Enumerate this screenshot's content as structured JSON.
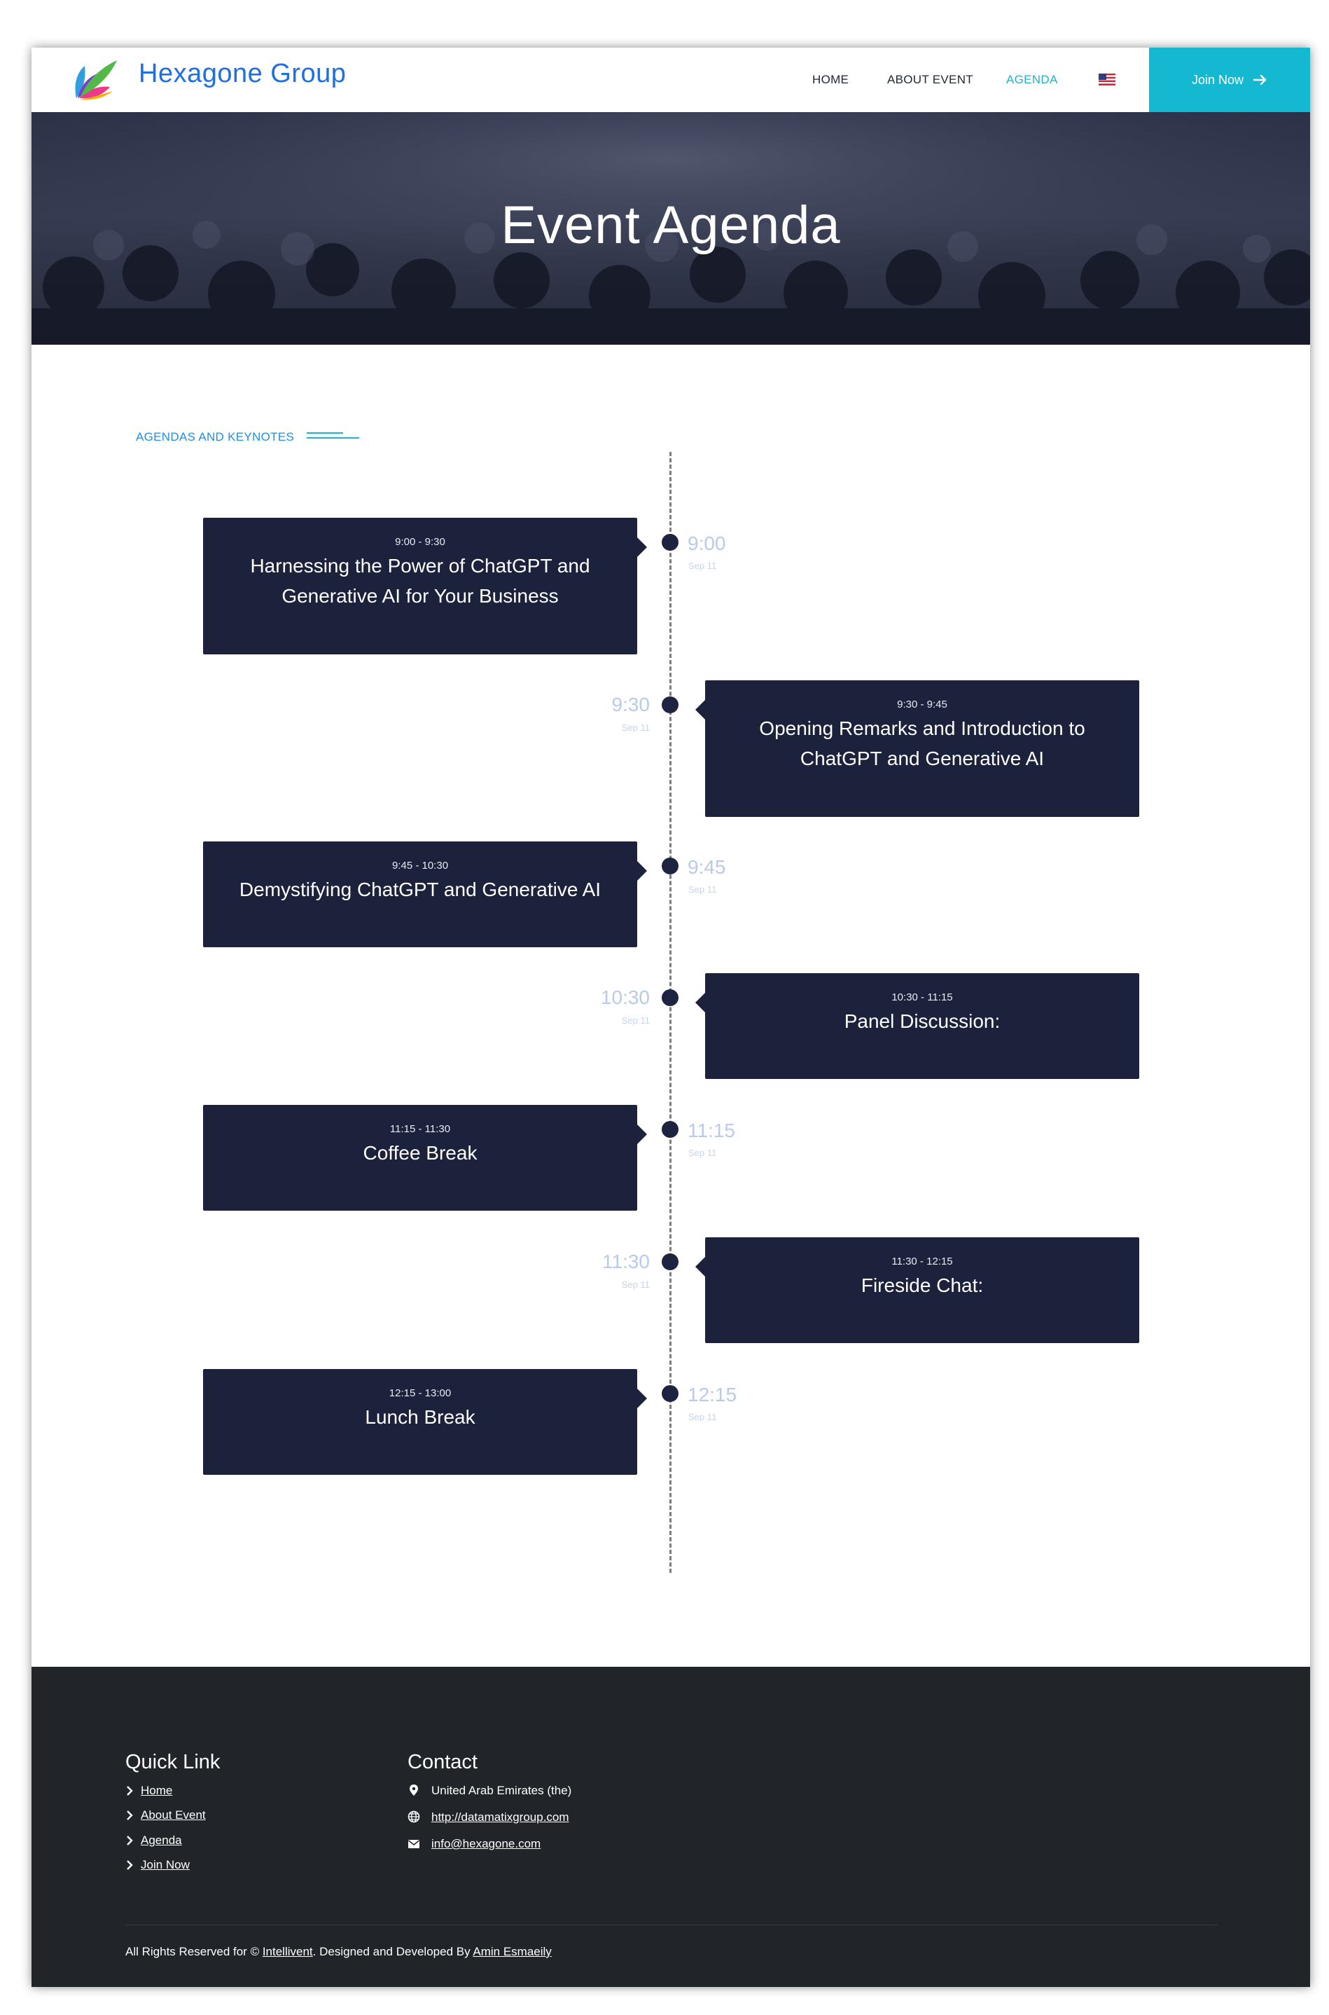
{
  "header": {
    "brand": "Hexagone Group",
    "nav": {
      "home": "HOME",
      "about": "ABOUT EVENT",
      "agenda": "AGENDA"
    },
    "join_label": "Join Now"
  },
  "hero": {
    "title": "Event Agenda"
  },
  "section": {
    "label": "AGENDAS AND KEYNOTES"
  },
  "timeline": [
    {
      "time_range": "9:00 - 9:30",
      "title": "Harnessing the Power of ChatGPT and Generative AI for Your Business",
      "time": "9:00",
      "date": "Sep 11"
    },
    {
      "time_range": "9:30 - 9:45",
      "title": "Opening Remarks and Introduction to ChatGPT and Generative AI",
      "time": "9:30",
      "date": "Sep 11"
    },
    {
      "time_range": "9:45 - 10:30",
      "title": "Demystifying ChatGPT and Generative AI",
      "time": "9:45",
      "date": "Sep 11"
    },
    {
      "time_range": "10:30 - 11:15",
      "title": "Panel Discussion:",
      "time": "10:30",
      "date": "Sep 11"
    },
    {
      "time_range": "11:15 - 11:30",
      "title": "Coffee Break",
      "time": "11:15",
      "date": "Sep 11"
    },
    {
      "time_range": "11:30 - 12:15",
      "title": "Fireside Chat:",
      "time": "11:30",
      "date": "Sep 11"
    },
    {
      "time_range": "12:15 - 13:00",
      "title": "Lunch Break",
      "time": "12:15",
      "date": "Sep 11"
    }
  ],
  "footer": {
    "quick_link_title": "Quick Link",
    "quick_links": [
      "Home",
      "About Event",
      "Agenda",
      "Join Now"
    ],
    "contact_title": "Contact",
    "address": "United Arab Emirates (the)",
    "website": "http://datamatixgroup.com",
    "email": "info@hexagone.com",
    "copyright_prefix": "All Rights Reserved for ©",
    "copyright_company": "Intellivent",
    "copyright_middle": ". Designed and Developed By",
    "copyright_author": "Amin Esmaeily"
  },
  "colors": {
    "accent": "#14b8d0",
    "brand": "#1f6fe0",
    "card": "#1c223c",
    "footer": "#212429"
  }
}
